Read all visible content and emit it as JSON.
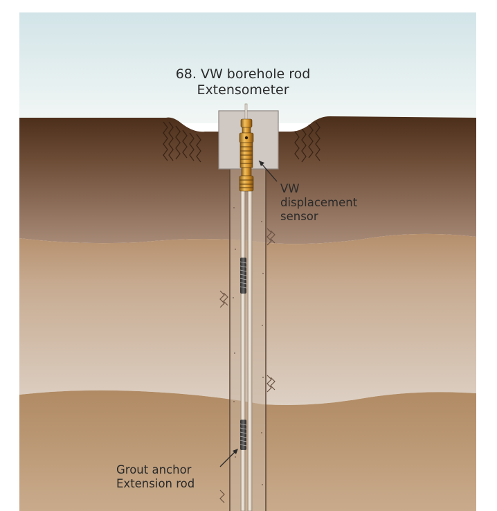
{
  "title": {
    "line1": "68. VW borehole rod",
    "line2": "Extensometer"
  },
  "labels": {
    "sensor": {
      "line1": "VW",
      "line2": "displacement",
      "line3": "sensor"
    },
    "anchor": {
      "line1": "Grout anchor",
      "line2": "Extension rod"
    }
  },
  "colors": {
    "sky_top": "#d4e6ea",
    "sky_bottom": "#f1f6f4",
    "soil_top": "#4e301c",
    "soil_mid": "#a48672",
    "soil_band": "#b99a78",
    "soil_pale": "#d7c8bb",
    "soil_bottom": "#b48e66",
    "concrete": "#d0c8c3",
    "brass": "#c88a2a",
    "text": "#2a2a2a"
  }
}
